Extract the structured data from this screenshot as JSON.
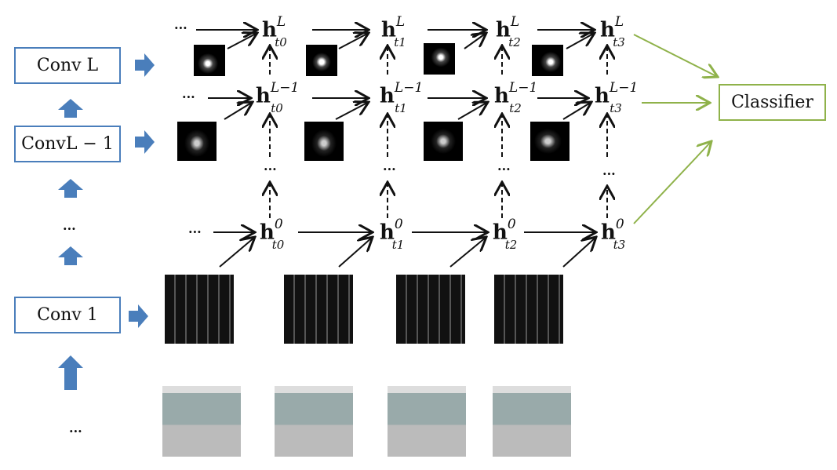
{
  "layers": {
    "conv_l": "Conv  L",
    "conv_l_minus_1": "ConvL − 1",
    "conv_1": "Conv 1",
    "ellipsis": "..."
  },
  "classifier": "Classifier",
  "nodes": {
    "h": "h",
    "sup_L": "L",
    "sup_Lm1": "L−1",
    "sup_0": "0",
    "times": [
      "t0",
      "t1",
      "t2",
      "t3"
    ]
  },
  "colors": {
    "layer_box": "#4a7ebb",
    "classifier": "#8fb24a"
  }
}
